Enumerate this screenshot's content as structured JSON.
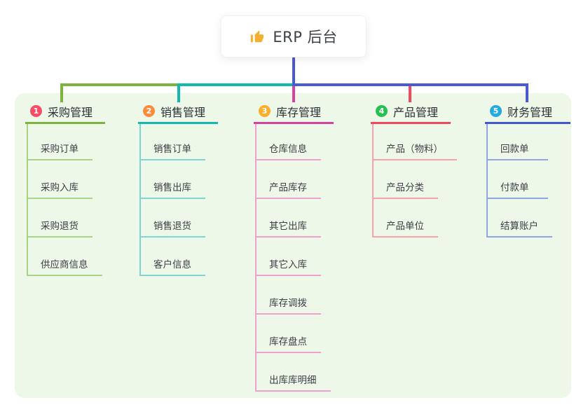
{
  "root": {
    "icon": "thumbs-up-icon",
    "title": "ERP 后台"
  },
  "canvas": {
    "background": "#ffffff",
    "panel_bg": "#edf8e9",
    "connector_color": "#4a5ad2"
  },
  "branches": [
    {
      "index": "1",
      "label": "采购管理",
      "badge_color": "#f94b63",
      "line_color": "#7cb43f",
      "child_line_color": "#a8d487",
      "children": [
        "采购订单",
        "采购入库",
        "采购退货",
        "供应商信息"
      ]
    },
    {
      "index": "2",
      "label": "销售管理",
      "badge_color": "#fb8b3d",
      "line_color": "#13b8b1",
      "child_line_color": "#7fd5d0",
      "children": [
        "销售订单",
        "销售出库",
        "销售退货",
        "客户信息"
      ]
    },
    {
      "index": "3",
      "label": "库存管理",
      "badge_color": "#fbae2b",
      "line_color": "#d8419e",
      "child_line_color": "#efa0cf",
      "children": [
        "仓库信息",
        "产品库存",
        "其它出库",
        "其它入库",
        "库存调拨",
        "库存盘点",
        "出库库明细"
      ]
    },
    {
      "index": "4",
      "label": "产品管理",
      "badge_color": "#2abf53",
      "line_color": "#f3495e",
      "child_line_color": "#f7a3a9",
      "children": [
        "产品（物料）",
        "产品分类",
        "产品单位"
      ]
    },
    {
      "index": "5",
      "label": "财务管理",
      "badge_color": "#24a9e1",
      "line_color": "#4258d2",
      "child_line_color": "#90a5e4",
      "children": [
        "回款单",
        "付款单",
        "结算账户"
      ]
    }
  ]
}
